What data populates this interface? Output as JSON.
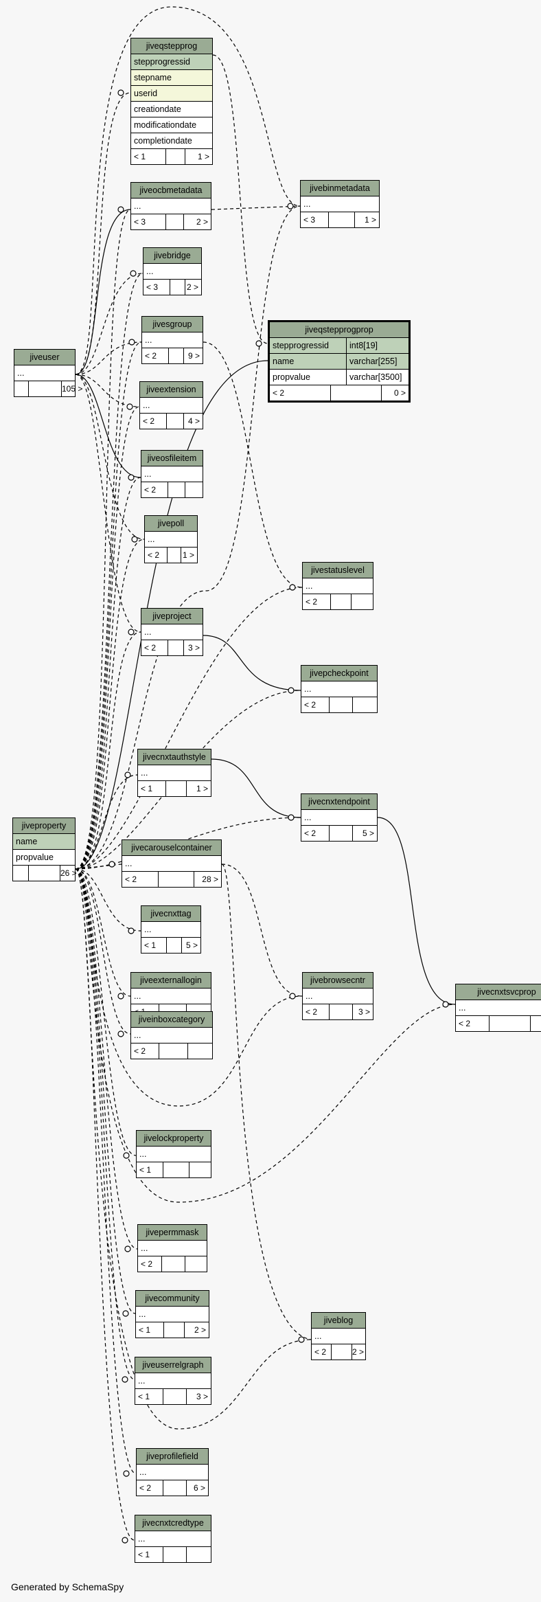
{
  "footer": "Generated by SchemaSpy",
  "ellipsis": "...",
  "tables": {
    "jiveqstepprog": {
      "name": "jiveqstepprog",
      "columns": [
        "stepprogressid",
        "stepname",
        "userid",
        "creationdate",
        "modificationdate",
        "completiondate"
      ],
      "lt": "< 1",
      "gt": "1 >"
    },
    "jiveocbmetadata": {
      "name": "jiveocbmetadata",
      "lt": "< 3",
      "gt": "2 >"
    },
    "jivebridge": {
      "name": "jivebridge",
      "lt": "< 3",
      "gt": "2 >"
    },
    "jivesgroup": {
      "name": "jivesgroup",
      "lt": "< 2",
      "gt": "9 >"
    },
    "jiveextension": {
      "name": "jiveextension",
      "lt": "< 2",
      "gt": "4 >"
    },
    "jiveosfileitem": {
      "name": "jiveosfileitem",
      "lt": "< 2",
      "gt": ""
    },
    "jivepoll": {
      "name": "jivepoll",
      "lt": "< 2",
      "gt": "1 >"
    },
    "jiveproject": {
      "name": "jiveproject",
      "lt": "< 2",
      "gt": "3 >"
    },
    "jivecnxtauthstyle": {
      "name": "jivecnxtauthstyle",
      "lt": "< 1",
      "gt": "1 >"
    },
    "jivecarouselcontainer": {
      "name": "jivecarouselcontainer",
      "lt": "< 2",
      "gt": "28 >"
    },
    "jivecnxttag": {
      "name": "jivecnxttag",
      "lt": "< 1",
      "gt": "5 >"
    },
    "jiveexternallogin": {
      "name": "jiveexternallogin",
      "lt": "< 1",
      "gt": ""
    },
    "jiveinboxcategory": {
      "name": "jiveinboxcategory",
      "lt": "< 2",
      "gt": ""
    },
    "jivelockproperty": {
      "name": "jivelockproperty",
      "lt": "< 1",
      "gt": ""
    },
    "jivepermmask": {
      "name": "jivepermmask",
      "lt": "< 2",
      "gt": ""
    },
    "jivecommunity": {
      "name": "jivecommunity",
      "lt": "< 1",
      "gt": "2 >"
    },
    "jiveuserrelgraph": {
      "name": "jiveuserrelgraph",
      "lt": "< 1",
      "gt": "3 >"
    },
    "jiveprofilefield": {
      "name": "jiveprofilefield",
      "lt": "< 2",
      "gt": "6 >"
    },
    "jivecnxtcredtype": {
      "name": "jivecnxtcredtype",
      "lt": "< 1",
      "gt": ""
    },
    "jiveuser": {
      "name": "jiveuser",
      "lt": "",
      "gt": "105 >"
    },
    "jiveproperty": {
      "name": "jiveproperty",
      "columns": [
        "name",
        "propvalue"
      ],
      "lt": "",
      "gt": "26 >"
    },
    "jivebinmetadata": {
      "name": "jivebinmetadata",
      "lt": "< 3",
      "gt": "1 >"
    },
    "jiveqstepprogprop": {
      "name": "jiveqstepprogprop",
      "columns": [
        {
          "name": "stepprogressid",
          "type": "int8[19]"
        },
        {
          "name": "name",
          "type": "varchar[255]"
        },
        {
          "name": "propvalue",
          "type": "varchar[3500]"
        }
      ],
      "lt": "< 2",
      "gt": "0 >"
    },
    "jivestatuslevel": {
      "name": "jivestatuslevel",
      "lt": "< 2",
      "gt": ""
    },
    "jivepcheckpoint": {
      "name": "jivepcheckpoint",
      "lt": "< 2",
      "gt": ""
    },
    "jivecnxtendpoint": {
      "name": "jivecnxtendpoint",
      "lt": "< 2",
      "gt": "5 >"
    },
    "jivebrowsecntr": {
      "name": "jivebrowsecntr",
      "lt": "< 2",
      "gt": "3 >"
    },
    "jivecnxtsvcprop": {
      "name": "jivecnxtsvcprop",
      "lt": "< 2",
      "gt": ""
    },
    "jiveblog": {
      "name": "jiveblog",
      "lt": "< 2",
      "gt": "2 >"
    }
  }
}
